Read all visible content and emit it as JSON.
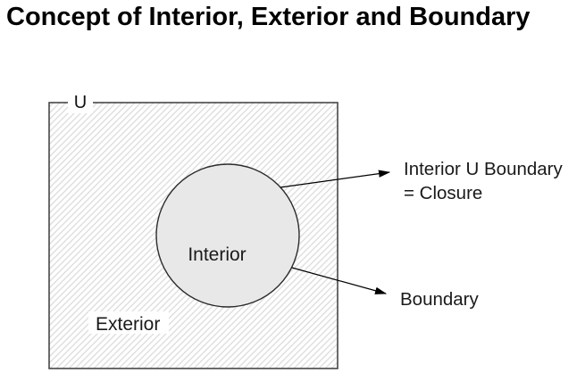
{
  "title": "Concept of Interior, Exterior and Boundary",
  "diagram": {
    "universe_label": "U",
    "interior_label": "Interior",
    "exterior_label": "Exterior",
    "closure_annotation_line1": "Interior U Boundary",
    "closure_annotation_line2": "= Closure",
    "boundary_annotation": "Boundary"
  },
  "colors": {
    "background": "#ffffff",
    "title_text": "#000000",
    "label_text": "#1a1a1a",
    "square_border": "#474747",
    "hatch_line": "#dedede",
    "circle_fill": "#e8e8e8",
    "circle_border": "#2b2b2b",
    "arrow": "#000000"
  }
}
